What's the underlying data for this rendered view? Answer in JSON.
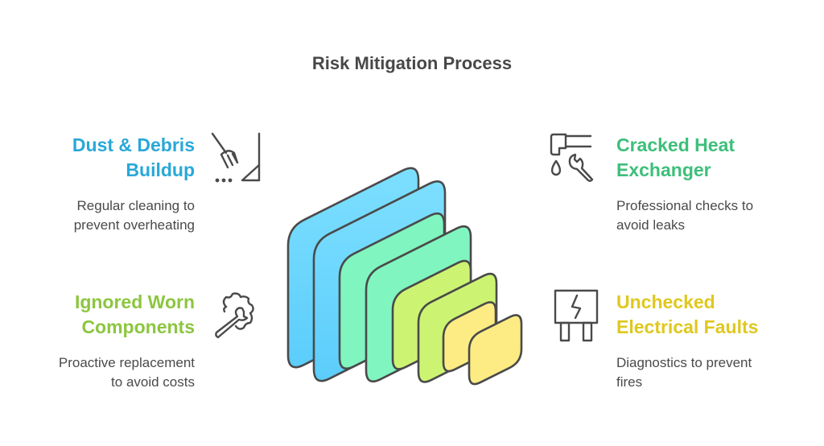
{
  "title": "Risk Mitigation Process",
  "items": [
    {
      "id": "dust",
      "heading_line1": "Dust & Debris",
      "heading_line2": "Buildup",
      "desc_line1": "Regular cleaning to",
      "desc_line2": "prevent overheating",
      "color": "#29a8d8",
      "icon": "broom-icon"
    },
    {
      "id": "worn",
      "heading_line1": "Ignored Worn",
      "heading_line2": "Components",
      "desc_line1": "Proactive replacement",
      "desc_line2": "to avoid costs",
      "color": "#8cc63f",
      "icon": "gear-wrench-icon"
    },
    {
      "id": "heat",
      "heading_line1": "Cracked Heat",
      "heading_line2": "Exchanger",
      "desc_line1": "Professional checks to",
      "desc_line2": "avoid leaks",
      "color": "#3dbf7a",
      "icon": "tap-wrench-icon"
    },
    {
      "id": "elec",
      "heading_line1": "Unchecked",
      "heading_line2": "Electrical Faults",
      "desc_line1": "Diagnostics to prevent",
      "desc_line2": "fires",
      "color": "#e0c81e",
      "icon": "fuse-icon"
    }
  ],
  "blocks": [
    {
      "name": "blue",
      "fill": "#7ddcff"
    },
    {
      "name": "green",
      "fill": "#80f5c0"
    },
    {
      "name": "lime",
      "fill": "#ccf472"
    },
    {
      "name": "yellow",
      "fill": "#fdec84"
    }
  ],
  "stroke_color": "#4a4a4a"
}
